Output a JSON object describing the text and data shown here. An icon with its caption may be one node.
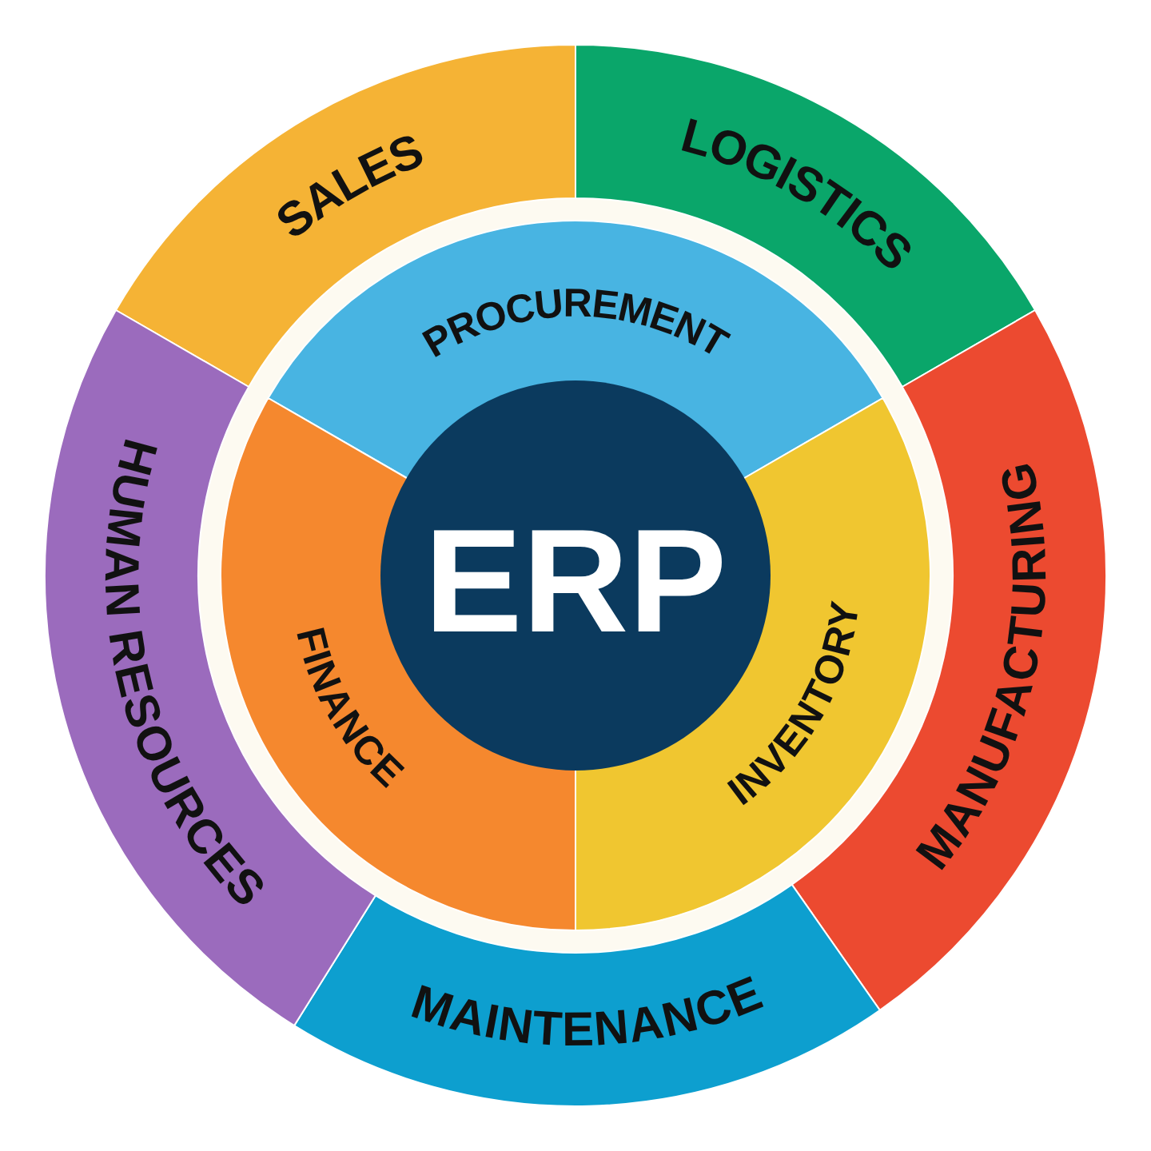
{
  "diagram": {
    "nodes": [
      {
        "text": [
          "SALES"
        ]
      },
      {
        "text": [
          "LOGISTICS"
        ]
      },
      {
        "text": [
          "MANUFACTURING"
        ]
      },
      {
        "text": [
          "MAINTENANCE"
        ]
      },
      {
        "text": [
          "HUMAN RESOURCES"
        ]
      },
      {
        "text": [
          "PROCUREMENT"
        ]
      },
      {
        "text": [
          "INVENTORY"
        ]
      },
      {
        "text": [
          "FINANCE"
        ]
      },
      {
        "text": [
          "ERP"
        ]
      }
    ]
  }
}
